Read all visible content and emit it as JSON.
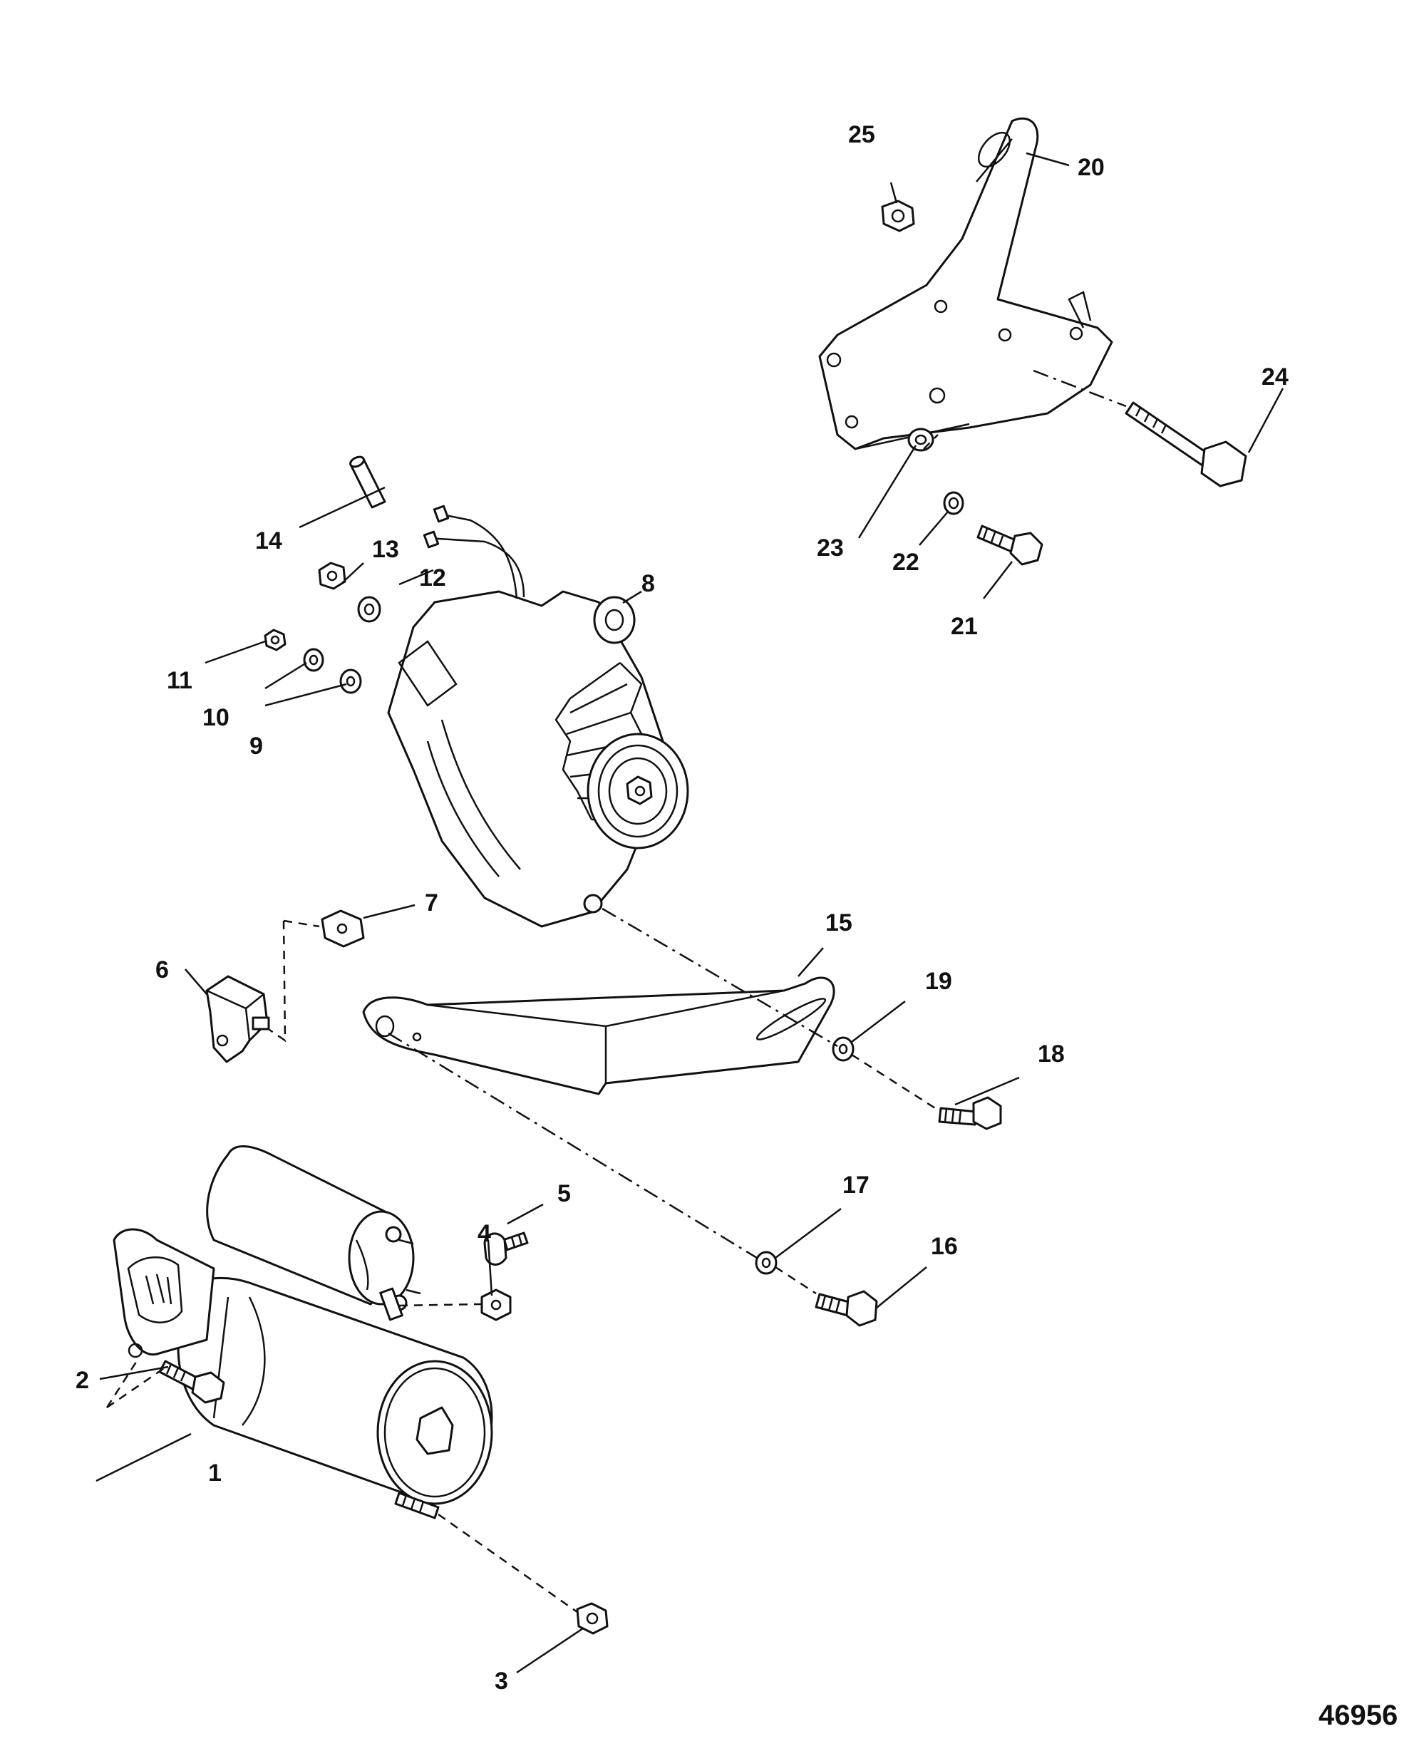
{
  "figure": {
    "number": "46956"
  },
  "callouts": [
    {
      "id": "1",
      "label": "1"
    },
    {
      "id": "2",
      "label": "2"
    },
    {
      "id": "3",
      "label": "3"
    },
    {
      "id": "4",
      "label": "4"
    },
    {
      "id": "5",
      "label": "5"
    },
    {
      "id": "6",
      "label": "6"
    },
    {
      "id": "7",
      "label": "7"
    },
    {
      "id": "8",
      "label": "8"
    },
    {
      "id": "9",
      "label": "9"
    },
    {
      "id": "10",
      "label": "10"
    },
    {
      "id": "11",
      "label": "11"
    },
    {
      "id": "12",
      "label": "12"
    },
    {
      "id": "13",
      "label": "13"
    },
    {
      "id": "14",
      "label": "14"
    },
    {
      "id": "15",
      "label": "15"
    },
    {
      "id": "16",
      "label": "16"
    },
    {
      "id": "17",
      "label": "17"
    },
    {
      "id": "18",
      "label": "18"
    },
    {
      "id": "19",
      "label": "19"
    },
    {
      "id": "20",
      "label": "20"
    },
    {
      "id": "21",
      "label": "21"
    },
    {
      "id": "22",
      "label": "22"
    },
    {
      "id": "23",
      "label": "23"
    },
    {
      "id": "24",
      "label": "24"
    },
    {
      "id": "25",
      "label": "25"
    }
  ]
}
